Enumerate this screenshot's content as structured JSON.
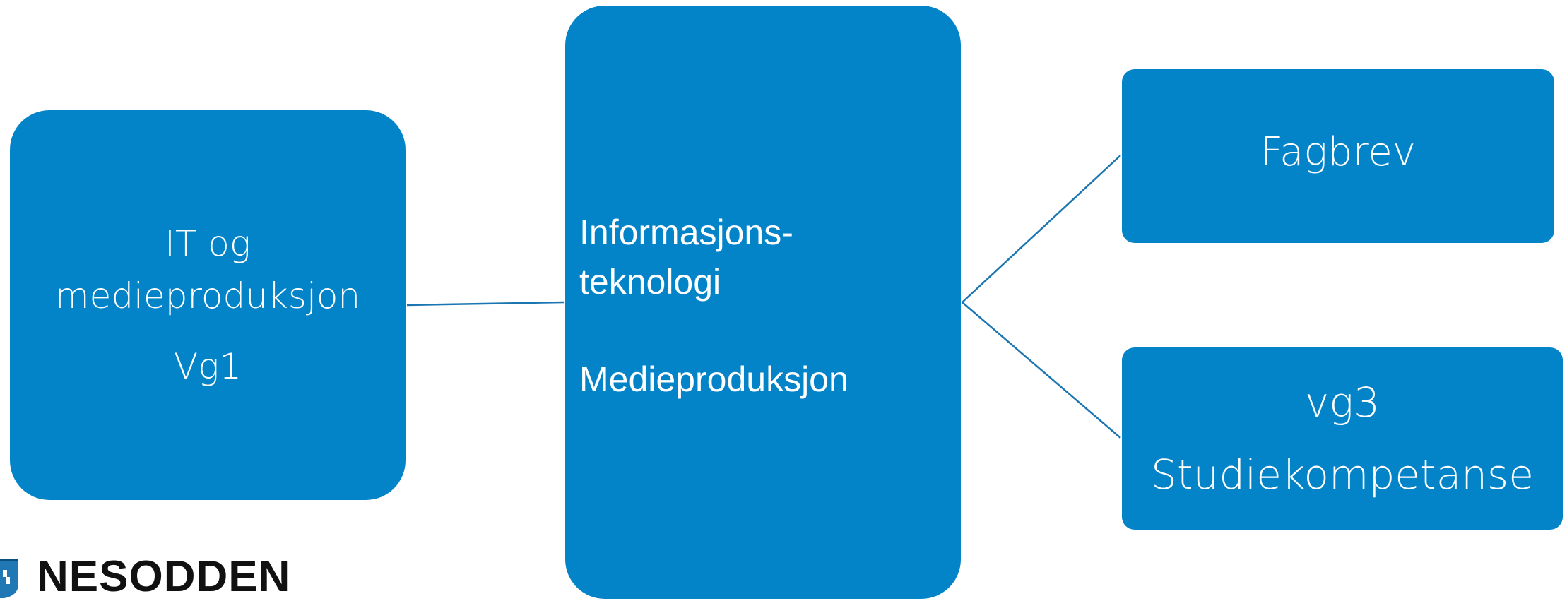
{
  "colors": {
    "box_fill": "#0383C8",
    "connector": "#1A75B0",
    "text": "#FFFFFF",
    "logo_text": "#111111"
  },
  "nodes": {
    "vg1": {
      "line1": "IT og",
      "line2": "medieproduksjon",
      "line3": "Vg1"
    },
    "vg2": {
      "line1": "Informasjons-",
      "line2": "teknologi",
      "line3": "Medieproduksjon"
    },
    "fagbrev": {
      "line1": "Fagbrev"
    },
    "vg3": {
      "line1": "vg3",
      "line2": "Studiekompetanse"
    }
  },
  "logo": {
    "text": "NESODDEN",
    "icon": "coat-of-arms-icon"
  }
}
